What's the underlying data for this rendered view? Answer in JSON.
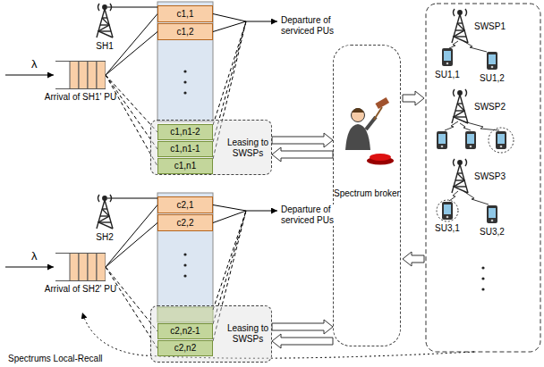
{
  "diagram": {
    "nodes": [
      {
        "text": [
          "Arrival of SH1' PU"
        ]
      },
      {
        "text": [
          "SH1"
        ]
      },
      {
        "text": [
          "c1,1"
        ]
      },
      {
        "text": [
          "c1,2"
        ]
      },
      {
        "text": [
          "Leasing to SWSPs"
        ]
      },
      {
        "text": [
          "c1,n1-2"
        ],
        "in": 4
      },
      {
        "text": [
          "c1,n1-1"
        ],
        "in": 4
      },
      {
        "text": [
          "c1,n1"
        ],
        "in": 4
      },
      {
        "text": [
          "Arrival of SH2' PU"
        ]
      },
      {
        "text": [
          "SH2"
        ]
      },
      {
        "text": [
          "c2,1"
        ]
      },
      {
        "text": [
          "c2,2"
        ]
      },
      {
        "text": [
          "Leasing to SWSPs"
        ]
      },
      {
        "text": [
          "c2,n2-1"
        ],
        "in": 12
      },
      {
        "text": [
          "c2,n2"
        ],
        "in": 12
      },
      {
        "text": [
          "Spectrum broker"
        ]
      },
      {
        "text": [
          "SWSP1"
        ]
      },
      {
        "text": [
          "SWSP2"
        ]
      },
      {
        "text": [
          "SWSP3"
        ]
      },
      {
        "text": [
          "SU1,1"
        ]
      },
      {
        "text": [
          "SU1,2"
        ]
      },
      {
        "text": [
          "SU3,1"
        ]
      },
      {
        "text": [
          "SU3,2"
        ]
      }
    ],
    "edges": [
      {
        "from": 0,
        "to": 2,
        "arrow": "none"
      },
      {
        "from": 0,
        "to": 3,
        "arrow": "none"
      },
      {
        "from": 0,
        "to": 5,
        "arrow": "none"
      },
      {
        "from": 0,
        "to": 6,
        "arrow": "none"
      },
      {
        "from": 0,
        "to": 7,
        "arrow": "none"
      },
      {
        "from": 8,
        "to": 10,
        "arrow": "none"
      },
      {
        "from": 8,
        "to": 11,
        "arrow": "none"
      },
      {
        "from": 8,
        "to": 13,
        "arrow": "none"
      },
      {
        "from": 8,
        "to": 14,
        "arrow": "none"
      },
      {
        "from": 4,
        "to": 15,
        "arrow": "to"
      },
      {
        "from": 15,
        "to": 4,
        "arrow": "to"
      },
      {
        "from": 12,
        "to": 15,
        "arrow": "to"
      },
      {
        "from": 15,
        "to": 12,
        "arrow": "to"
      }
    ],
    "labels": [
      "λ",
      "λ",
      "Departure of serviced PUs",
      "Departure of serviced PUs",
      "Spectrums Local-Recall"
    ]
  }
}
